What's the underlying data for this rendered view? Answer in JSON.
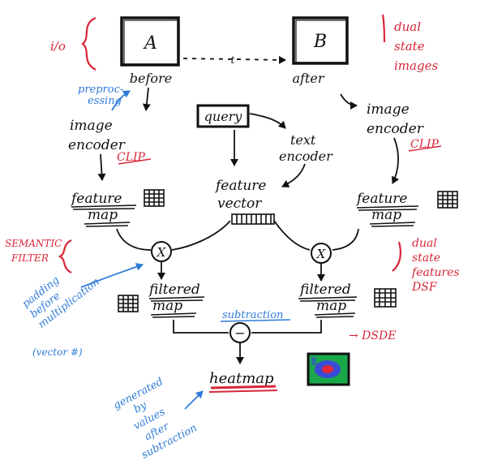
{
  "colors": {
    "ink": "#111111",
    "red": "#d72638",
    "blue": "#2f7bd9",
    "heat_bg": "#1aa84a",
    "heat_mid": "#3a4bd8",
    "heat_hot": "#e0283a"
  },
  "boxes": {
    "a": "A",
    "b": "B",
    "query": "query"
  },
  "top_labels": {
    "before": "before",
    "after": "after",
    "link": "t"
  },
  "left_branch": {
    "encoder": [
      "image",
      "encoder"
    ],
    "clip": "CLIP",
    "feature_map": [
      "feature",
      "map"
    ],
    "filtered_map": [
      "filtered",
      "map"
    ]
  },
  "right_branch": {
    "encoder": [
      "image",
      "encoder"
    ],
    "clip": "CLIP",
    "feature_map": [
      "feature",
      "map"
    ],
    "filtered_map": [
      "filtered",
      "map"
    ]
  },
  "center": {
    "text_encoder": [
      "text",
      "encoder"
    ],
    "feature_vector": [
      "feature",
      "vector"
    ],
    "multiply_symbol": "X",
    "subtract_symbol": "−",
    "heatmap": "heatmap"
  },
  "red_notes": {
    "i_o": "i/o",
    "dual_state_images": [
      "dual",
      "state",
      "images"
    ],
    "semantic_filter": [
      "SEMANTIC",
      "FILTER"
    ],
    "dual_state_features": [
      "dual",
      "state",
      "features",
      "DSF"
    ],
    "dsde": "→ DSDE"
  },
  "blue_notes": {
    "preprocessing": [
      "preproc-",
      "essing"
    ],
    "padding": [
      "padding",
      "before",
      "multiplication"
    ],
    "vector_note": "(vector #)",
    "subtraction": "subtraction",
    "generated": [
      "generated",
      "by",
      "values",
      "after",
      "subtraction"
    ]
  }
}
